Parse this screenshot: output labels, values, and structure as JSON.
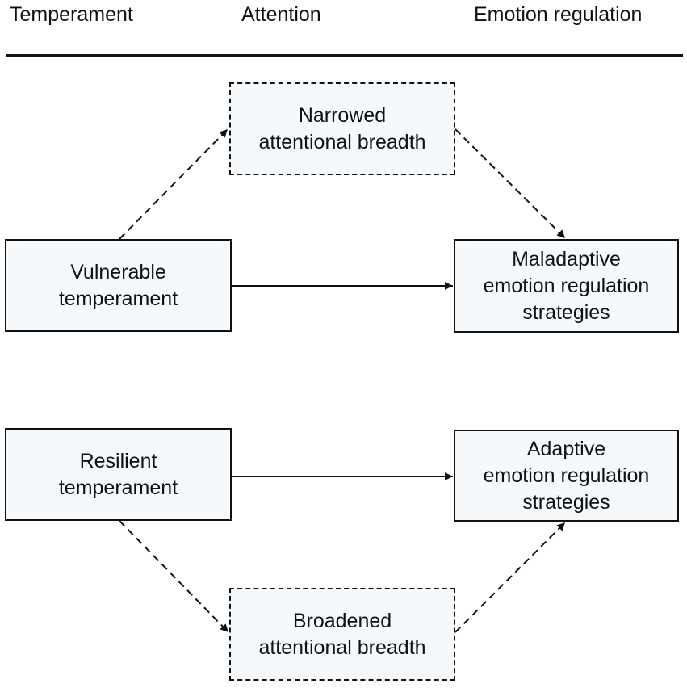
{
  "headers": {
    "temperament": "Temperament",
    "attention": "Attention",
    "emotion_regulation": "Emotion regulation"
  },
  "nodes": {
    "vulnerable": {
      "line1": "Vulnerable",
      "line2": "temperament"
    },
    "narrowed": {
      "line1": "Narrowed",
      "line2": "attentional breadth"
    },
    "maladaptive": {
      "line1": "Maladaptive",
      "line2": "emotion regulation",
      "line3": "strategies"
    },
    "resilient": {
      "line1": "Resilient",
      "line2": "temperament"
    },
    "broadened": {
      "line1": "Broadened",
      "line2": "attentional breadth"
    },
    "adaptive": {
      "line1": "Adaptive",
      "line2": "emotion regulation",
      "line3": "strategies"
    }
  },
  "edges": [
    {
      "from": "vulnerable",
      "to": "maladaptive",
      "style": "solid"
    },
    {
      "from": "vulnerable",
      "to": "narrowed",
      "style": "dashed"
    },
    {
      "from": "narrowed",
      "to": "maladaptive",
      "style": "dashed"
    },
    {
      "from": "resilient",
      "to": "adaptive",
      "style": "solid"
    },
    {
      "from": "resilient",
      "to": "broadened",
      "style": "dashed"
    },
    {
      "from": "broadened",
      "to": "adaptive",
      "style": "dashed"
    }
  ],
  "colors": {
    "box_fill": "#f5f9fc",
    "line": "#111111"
  }
}
